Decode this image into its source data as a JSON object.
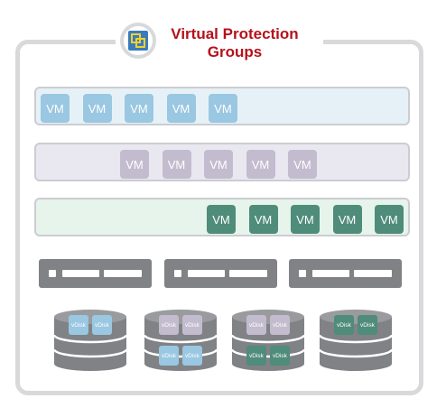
{
  "title": {
    "line1": "Virtual Protection",
    "line2": "Groups"
  },
  "icons": {
    "logo": "virtual-group-logo-icon",
    "server": "server-rack-icon",
    "storage": "storage-database-icon"
  },
  "colors": {
    "frame": "#d8d9db",
    "title": "#b5111b",
    "row_blue_bg": "#e6f1f7",
    "row_purple_bg": "#e9e8f1",
    "row_green_bg": "#e6f4ec",
    "vm_blue": "#9ac7e1",
    "vm_purple": "#c3bccf",
    "vm_green": "#4f8c79",
    "server": "#808285",
    "storage": "#808285"
  },
  "vm_rows": [
    {
      "group": "blue",
      "vms": [
        "VM",
        "VM",
        "VM",
        "VM",
        "VM"
      ]
    },
    {
      "group": "purple",
      "vms": [
        "VM",
        "VM",
        "VM",
        "VM",
        "VM"
      ]
    },
    {
      "group": "green",
      "vms": [
        "VM",
        "VM",
        "VM",
        "VM",
        "VM"
      ]
    }
  ],
  "servers": 3,
  "storage": [
    {
      "disks": [
        {
          "label": "vDisk",
          "group": "blue"
        },
        {
          "label": "vDisk",
          "group": "blue"
        }
      ]
    },
    {
      "disks": [
        {
          "label": "vDisk",
          "group": "purple"
        },
        {
          "label": "vDisk",
          "group": "purple"
        },
        {
          "label": "vDisk",
          "group": "blue"
        },
        {
          "label": "vDisk",
          "group": "blue"
        }
      ]
    },
    {
      "disks": [
        {
          "label": "vDisk",
          "group": "purple"
        },
        {
          "label": "vDisk",
          "group": "purple"
        },
        {
          "label": "vDisk",
          "group": "green"
        },
        {
          "label": "vDisk",
          "group": "green"
        }
      ]
    },
    {
      "disks": [
        {
          "label": "vDisk",
          "group": "green"
        },
        {
          "label": "vDisk",
          "group": "green"
        }
      ]
    }
  ]
}
